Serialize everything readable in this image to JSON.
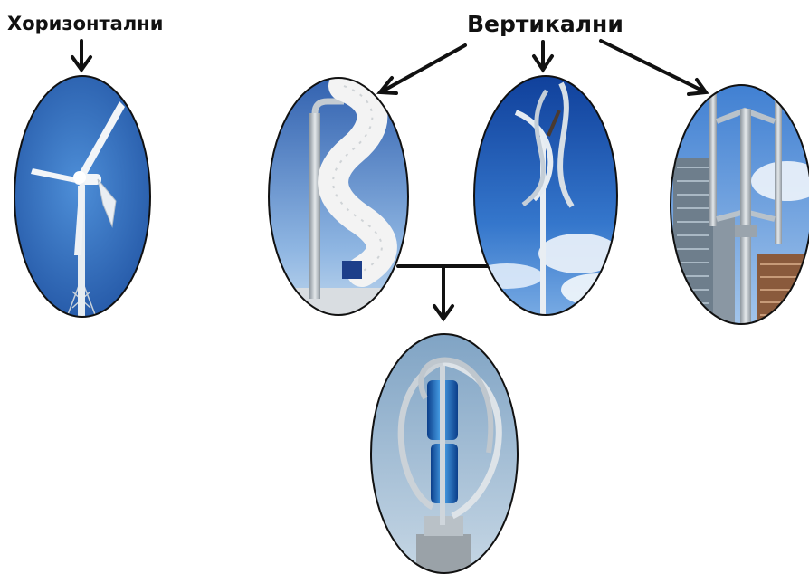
{
  "labels": {
    "horizontal": "Хоризонтални",
    "vertical": "Вертикални"
  },
  "colors": {
    "sky_deep": "#1a4a9a",
    "sky_light": "#6aa6de",
    "blade": "#e9eef3",
    "outline": "#111111"
  },
  "images": [
    {
      "id": "horizontal-turbine",
      "icon": "three-blade-horizontal-turbine"
    },
    {
      "id": "helix-turbine",
      "icon": "twisted-helix-vertical-turbine"
    },
    {
      "id": "darrieus-turbine",
      "icon": "curved-blade-vertical-turbine"
    },
    {
      "id": "h-rotor-turbine",
      "icon": "h-rotor-vertical-turbine"
    },
    {
      "id": "savonius-darrieus-turbine",
      "icon": "hybrid-savonius-darrieus-turbine"
    }
  ]
}
